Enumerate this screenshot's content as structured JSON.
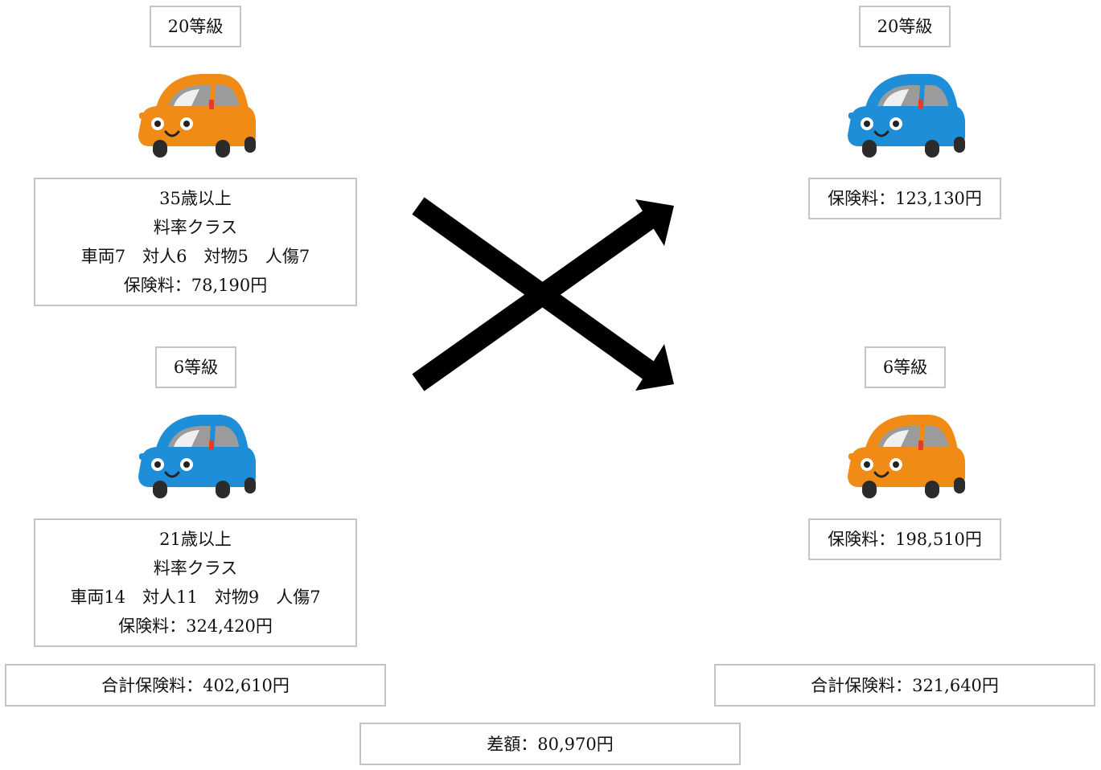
{
  "left": {
    "top": {
      "grade": "20等級",
      "car_color": "#f08c16",
      "info": {
        "age": "35歳以上",
        "rate_class_label": "料率クラス",
        "rates": "車両7　対人6　対物5　人傷7",
        "premium": "保険料：78,190円"
      }
    },
    "bottom": {
      "grade": "6等級",
      "car_color": "#1f8ed8",
      "info": {
        "age": "21歳以上",
        "rate_class_label": "料率クラス",
        "rates": "車両14　対人11　対物9　人傷7",
        "premium": "保険料：324,420円"
      }
    },
    "total": "合計保険料：402,610円"
  },
  "right": {
    "top": {
      "grade": "20等級",
      "car_color": "#1f8ed8",
      "premium": "保険料：123,130円"
    },
    "bottom": {
      "grade": "6等級",
      "car_color": "#f08c16",
      "premium": "保険料：198,510円"
    },
    "total": "合計保険料：321,640円"
  },
  "difference": "差額：80,970円"
}
